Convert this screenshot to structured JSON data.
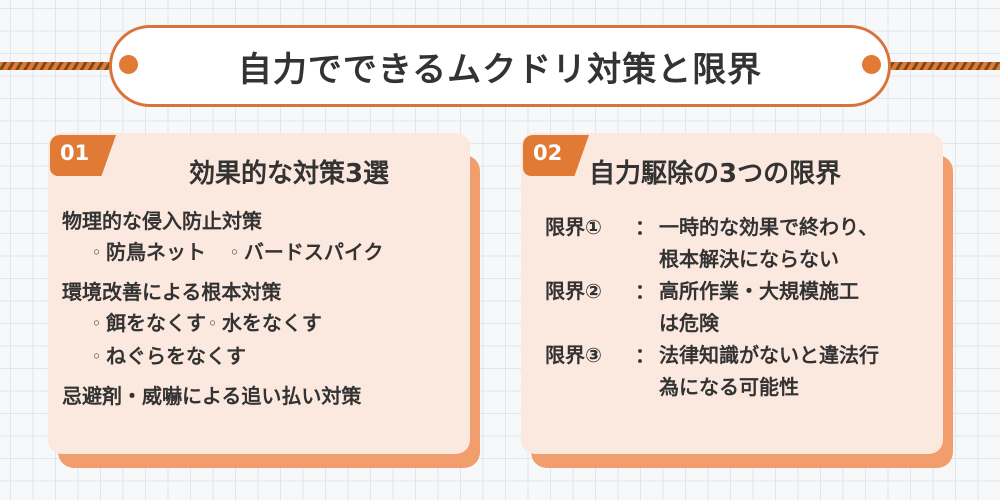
{
  "banner": {
    "title": "自力でできるムクドリ対策と限界"
  },
  "colors": {
    "accent": "#e07a35",
    "border": "#d9733a",
    "card_fill": "#fbe8de",
    "card_shadow": "#f29e6c",
    "text": "#333333",
    "background": "#f6f8fa",
    "grid": "#dfe6ee"
  },
  "cards": [
    {
      "badge": "01",
      "title": "効果的な対策3選",
      "groups": [
        {
          "heading": "物理的な侵入防止対策",
          "rows": [
            [
              "防鳥ネット",
              "バードスパイク"
            ]
          ]
        },
        {
          "heading": "環境改善による根本対策",
          "rows": [
            [
              "餌をなくす",
              "水をなくす"
            ],
            [
              "ねぐらをなくす"
            ]
          ]
        },
        {
          "heading": "忌避剤・威嚇による追い払い対策",
          "rows": []
        }
      ],
      "bullet_glyph": "◦"
    },
    {
      "badge": "02",
      "title": "自力駆除の3つの限界",
      "limits": [
        {
          "label": "限界①",
          "separator": "：",
          "lines": [
            "一時的な効果で終わり、",
            "根本解決にならない"
          ]
        },
        {
          "label": "限界②",
          "separator": "：",
          "lines": [
            "高所作業・大規模施工",
            "は危険"
          ]
        },
        {
          "label": "限界③",
          "separator": "：",
          "lines": [
            "法律知識がないと違法行",
            "為になる可能性"
          ]
        }
      ]
    }
  ]
}
